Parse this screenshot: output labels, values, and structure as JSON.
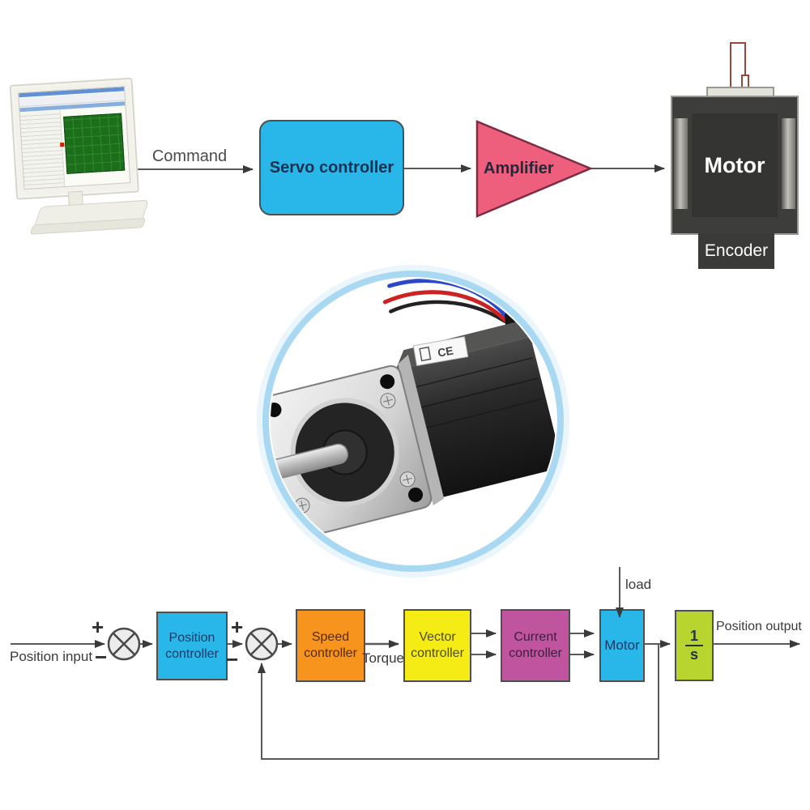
{
  "top_flow": {
    "command_label": "Command",
    "servo_controller_label": "Servo controller",
    "amplifier_label": "Amplifier",
    "motor_label": "Motor",
    "encoder_label": "Encoder"
  },
  "control_loop": {
    "position_input_label": "Position input",
    "sum1_plus": "+",
    "sum1_minus": "−",
    "position_controller_label": "Position\ncontroller",
    "sum2_plus": "+",
    "sum2_minus": "−",
    "speed_controller_label": "Speed\ncontroller",
    "torque_label": "Torque",
    "vector_controller_label": "Vector\ncontroller",
    "current_controller_label": "Current\ncontroller",
    "motor_label": "Motor",
    "load_label": "load",
    "integrator_numerator": "1",
    "integrator_denominator": "s",
    "position_output_label": "Position output"
  },
  "colors": {
    "controller_cyan": "#29b6e8",
    "speed_orange": "#f7941d",
    "vector_yellow": "#f6ec15",
    "current_magenta": "#c0549e",
    "integrator_green": "#b7d42f",
    "amplifier_pink": "#ee5f7d",
    "line_gray": "#5a5a5a"
  }
}
